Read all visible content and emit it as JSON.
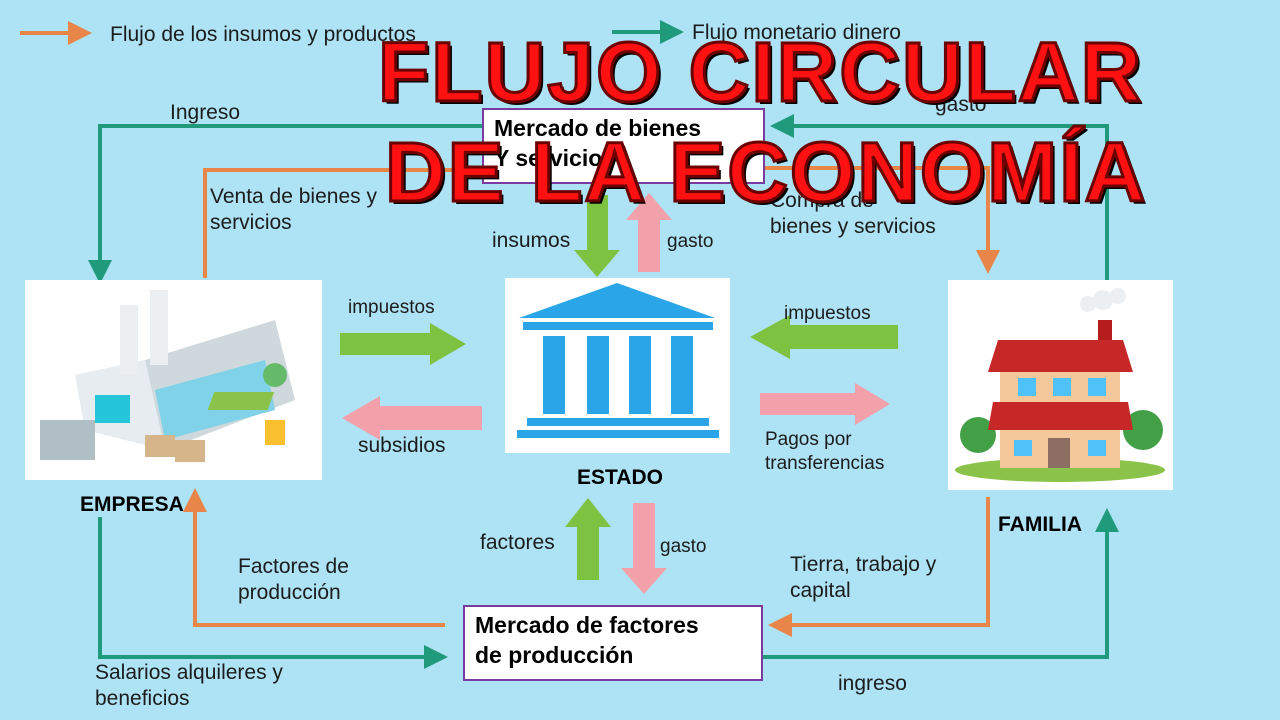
{
  "legend": {
    "flow_goods": "Flujo de los insumos y productos",
    "flow_money": "Flujo monetario dinero"
  },
  "title": {
    "line1": "FLUJO CIRCULAR",
    "line2": "DE LA ECONOMÍA"
  },
  "nodes": {
    "goods_market": "Mercado de bienes\nY servicios",
    "factor_market": "Mercado de factores\nde producción",
    "empresa": "EMPRESA",
    "estado": "ESTADO",
    "familia": "FAMILIA"
  },
  "labels": {
    "ingreso_top": "Ingreso",
    "gasto_top": "gasto",
    "venta": "Venta de bienes y\nservicios",
    "compra": "Compra de\nbienes y servicios",
    "insumos": "insumos",
    "gasto_up": "gasto",
    "impuestos_left": "impuestos",
    "impuestos_right": "impuestos",
    "subsidios": "subsidios",
    "pagos": "Pagos por\ntransferencias",
    "factores": "factores",
    "gasto_down": "gasto",
    "factores_produccion": "Factores de\nproducción",
    "tierra": "Tierra, trabajo y\ncapital",
    "salarios": "Salarios alquileres y\nbeneficios",
    "ingreso_bottom": "ingreso"
  },
  "colors": {
    "background": "#aee2f5",
    "goods_flow": "#e8864a",
    "money_flow": "#1f9a7a",
    "green_arrow": "#7dc241",
    "pink_arrow": "#f2a0aa",
    "title": "#ff1111",
    "box_border": "#7a3aa0",
    "building_blue": "#2aa5e8"
  }
}
